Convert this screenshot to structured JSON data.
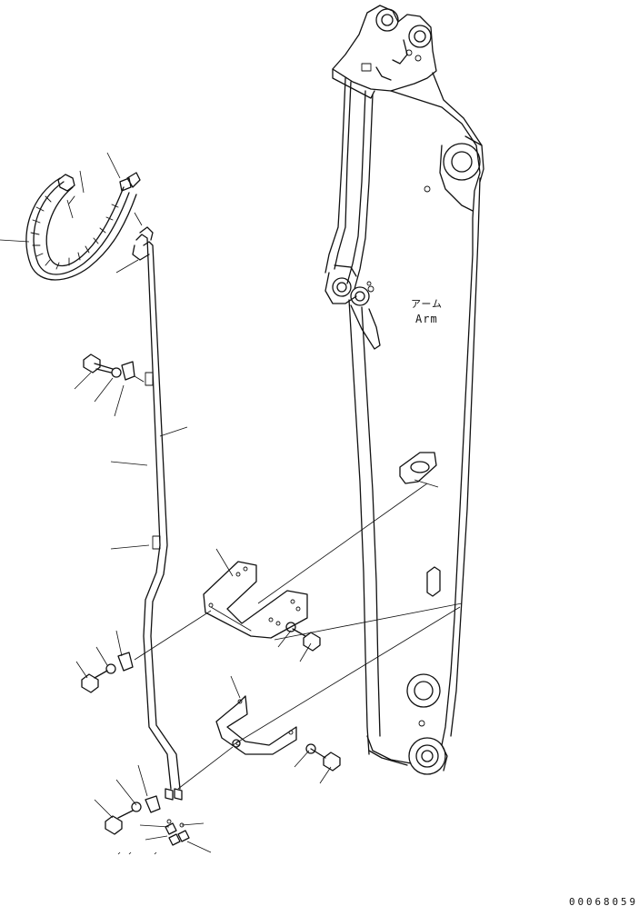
{
  "arm_label": {
    "japanese": "アーム",
    "english": "Arm"
  },
  "drawing_number": "00068059"
}
